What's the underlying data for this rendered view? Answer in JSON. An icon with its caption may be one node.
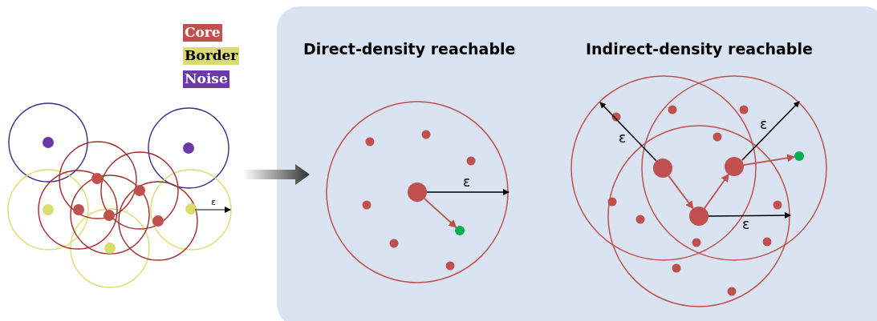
{
  "diagram": {
    "nodes": [
      {
        "text": [],
        "shape": "circle"
      },
      {
        "text": [],
        "shape": "circle"
      },
      {
        "text": [],
        "shape": "circle"
      },
      {
        "text": [],
        "shape": "circle"
      },
      {
        "text": [],
        "shape": "circle"
      },
      {
        "text": [],
        "shape": "circle"
      }
    ],
    "edges": [
      {
        "from": 0,
        "to": 1,
        "arrow": "to"
      },
      {
        "from": 2,
        "to": 3,
        "arrow": "to"
      },
      {
        "from": 3,
        "to": 4,
        "arrow": "to"
      },
      {
        "from": 4,
        "to": 5,
        "arrow": "to"
      }
    ],
    "labels": [
      "Direct-density reachable",
      "Indirect-density reachable",
      "ε",
      "ε",
      "ε",
      "ε",
      "ε"
    ],
    "legend": [
      {
        "text": "Core",
        "color": "#c0504d"
      },
      {
        "text": "Border",
        "color": "#dcdc6e"
      },
      {
        "text": "Noise",
        "color": "#6a3aa8"
      }
    ]
  }
}
